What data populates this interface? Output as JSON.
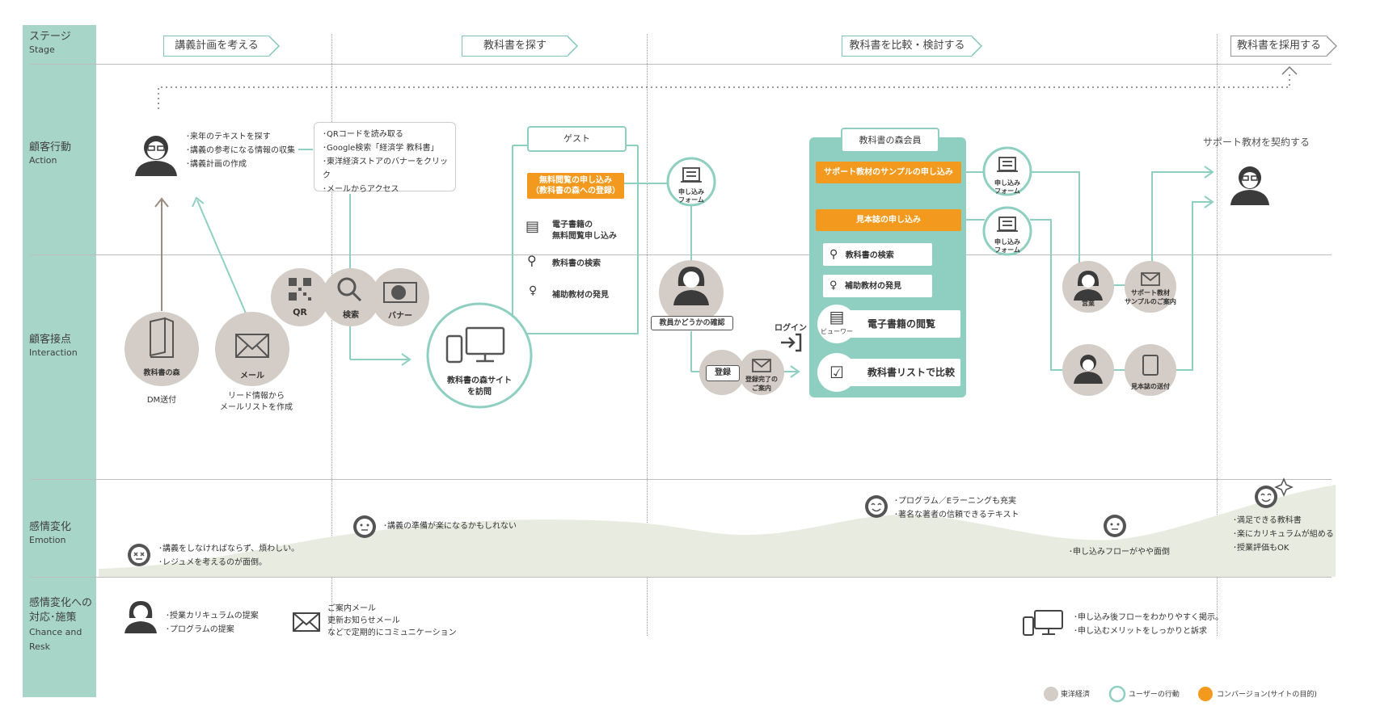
{
  "rows": {
    "stage": {
      "jp": "ステージ",
      "en": "Stage"
    },
    "action": {
      "jp": "顧客行動",
      "en": "Action"
    },
    "interaction": {
      "jp": "顧客接点",
      "en": "Interaction"
    },
    "emotion": {
      "jp": "感情変化",
      "en": "Emotion"
    },
    "chance": {
      "jp1": "感情変化への",
      "jp2": "対応･施策",
      "en1": "Chance and",
      "en2": "Resk"
    }
  },
  "stages": [
    "講義計画を考える",
    "教科書を探す",
    "教科書を比較・検討する",
    "教科書を採用する"
  ],
  "action": {
    "teacher_notes": [
      "･来年のテキストを探す",
      "･講義の参考になる情報の収集",
      "･講義計画の作成"
    ],
    "access_notes": [
      "･QRコードを読み取る",
      "･Google検索「経済学 教科書」",
      "･東洋経済ストアのバナーをクリック",
      "･メールからアクセス"
    ],
    "guest_title": "ゲスト",
    "guest_orange": [
      "無料閲覧の申し込み",
      "（教科書の森への登録）"
    ],
    "guest_items": [
      {
        "icon": "viewer-icon",
        "lines": [
          "電子書籍の",
          "無料閲覧申し込み"
        ]
      },
      {
        "icon": "search-icon",
        "lines": [
          "教科書の検索"
        ]
      },
      {
        "icon": "lightbulb-icon",
        "lines": [
          "補助教材の発見"
        ]
      }
    ],
    "form1": [
      "申し込み",
      "フォーム"
    ],
    "member_title": "教科書の森会員",
    "member_orange1": "サポート教材のサンプルの申し込み",
    "member_orange2": "見本誌の申し込み",
    "member_items": [
      "教科書の検索",
      "補助教材の発見"
    ],
    "member_big": [
      {
        "label": "電子書籍の閲覧",
        "icon_label": "ビューワー"
      },
      {
        "label": "教科書リストで比較",
        "icon_label": ""
      }
    ],
    "form2": [
      "申し込み",
      "フォーム"
    ],
    "form3": [
      "申し込み",
      "フォーム"
    ],
    "contract": "サポート教材を契約する"
  },
  "interaction": {
    "mori": "教科書の森",
    "mail": "メール",
    "dm": "DM送付",
    "lead": [
      "リード情報から",
      "メールリストを作成"
    ],
    "qr": "QR",
    "search": "検索",
    "banner": "バナー",
    "site": [
      "教科書の森サイト",
      "を訪問"
    ],
    "confirm": "教員かどうかの確認",
    "login": "ログイン",
    "register": "登録",
    "reg_done": [
      "登録完了の",
      "ご案内"
    ],
    "staff": "営業",
    "support_mail": [
      "サポート教材",
      "サンプルのご案内"
    ],
    "sample_send": "見本誌の送付"
  },
  "emotion": {
    "e1": [
      "･講義をしなければならず、煩わしい。",
      "･レジュメを考えるのが面倒。"
    ],
    "e2": "･講義の準備が楽になるかもしれない",
    "e3": [
      "･プログラム／Eラーニングも充実",
      "･著名な著者の信頼できるテキスト"
    ],
    "e4": "･申し込みフローがやや面倒",
    "e5": [
      "･満足できる教科書",
      "･楽にカリキュラムが組める",
      "･授業評価もOK"
    ]
  },
  "chance": {
    "c1": [
      "･授業カリキュラムの提案",
      "･プログラムの提案"
    ],
    "c2": [
      "ご案内メール",
      "更新お知らせメール",
      "などで定期的にコミュニケーション"
    ],
    "c3": [
      "･申し込み後フローをわかりやすく掲示。",
      "･申し込むメリットをしっかりと訴求"
    ]
  },
  "legend": [
    {
      "label": "東洋経済",
      "color": "#d4ccc6"
    },
    {
      "label": "ユーザーの行動",
      "color": "#8fcfc1"
    },
    {
      "label": "コンバージョン(サイトの目的)",
      "color": "#f39a1e"
    }
  ]
}
